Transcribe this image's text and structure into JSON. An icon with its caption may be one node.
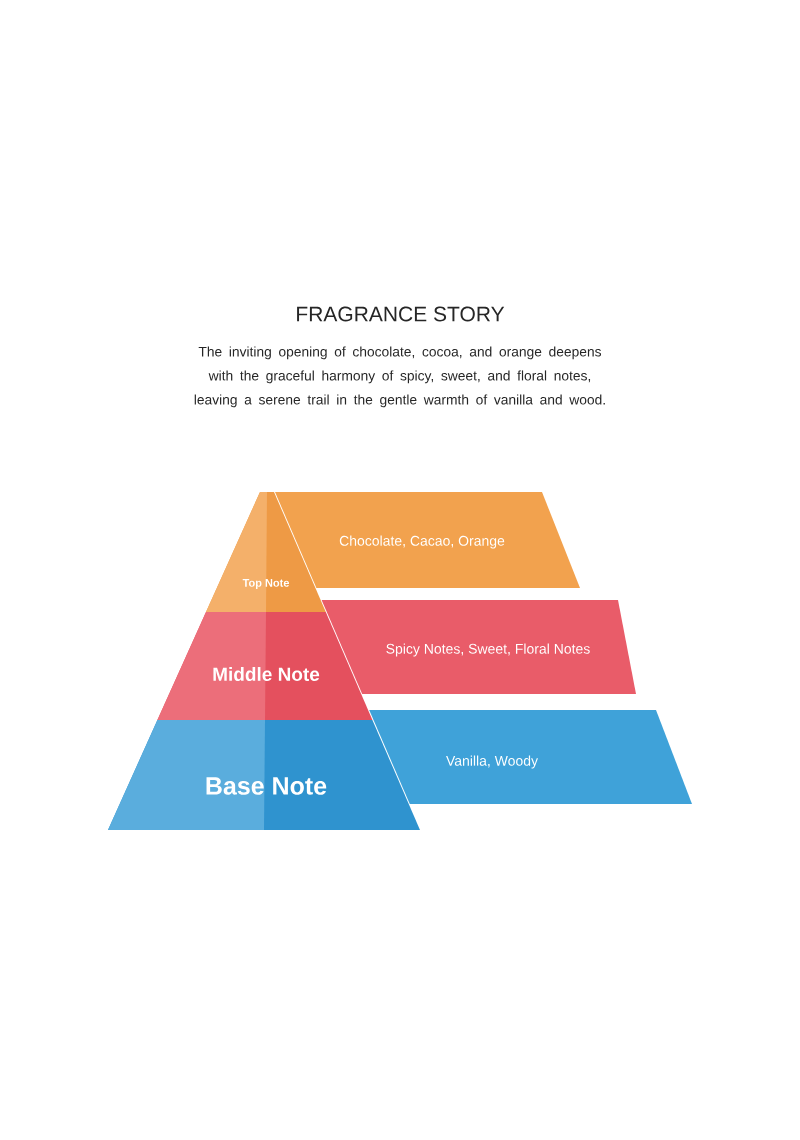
{
  "diagram": {
    "title": "FRAGRANCE STORY",
    "caption": "The inviting opening of chocolate, cocoa, and orange deepens with the graceful harmony of spicy, sweet, and floral notes, leaving a serene trail in the gentle warmth of vanilla and wood.",
    "nodes": [
      {
        "text": [
          "Top Note"
        ]
      },
      {
        "text": [
          "Chocolate, Cacao, Orange"
        ]
      },
      {
        "text": [
          "Middle Note"
        ]
      },
      {
        "text": [
          "Spicy Notes, Sweet, Floral Notes"
        ]
      },
      {
        "text": [
          "Base Note"
        ]
      },
      {
        "text": [
          "Vanilla, Woody"
        ]
      }
    ]
  }
}
